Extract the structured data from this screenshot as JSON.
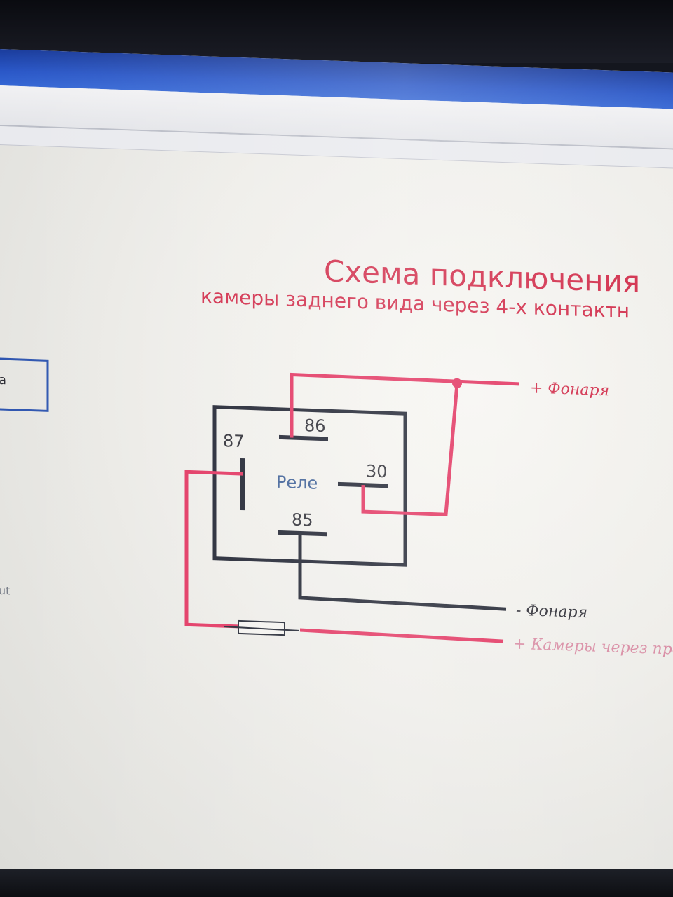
{
  "title": "Схема подключения",
  "subtitle": "камеры заднего вида через 4-х контактн",
  "relay": {
    "label": "Реле",
    "pins": {
      "p86": "86",
      "p87": "87",
      "p30": "30",
      "p85": "85"
    }
  },
  "wires": {
    "lamp_plus": "+ Фонаря",
    "lamp_minus": "- Фонаря",
    "camera_plus": "+ Камеры через пре"
  },
  "left_fragments": {
    "box_text": "а",
    "side_text": "ut"
  },
  "colors": {
    "wire_red": "#e23460",
    "wire_dark": "#1f2330",
    "relay_body": "#1e2230",
    "title": "#d12b49",
    "left_box_border": "#2f56b0"
  }
}
